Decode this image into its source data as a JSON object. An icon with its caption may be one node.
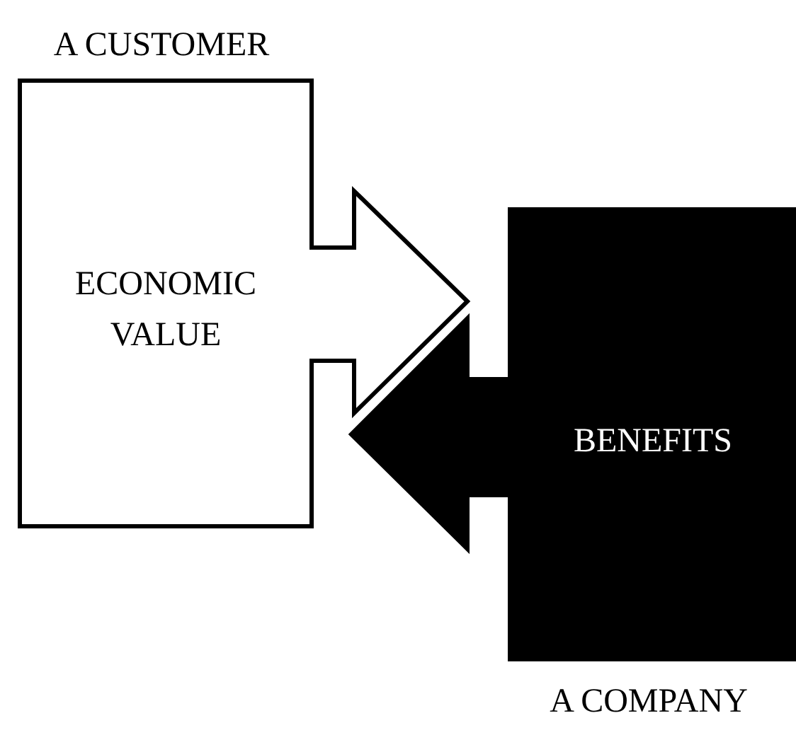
{
  "diagram": {
    "nodes": [
      {
        "text": [
          "A CUSTOMER",
          "ECONOMIC VALUE"
        ]
      },
      {
        "text": [
          "BENEFITS",
          "A COMPANY"
        ]
      }
    ]
  }
}
